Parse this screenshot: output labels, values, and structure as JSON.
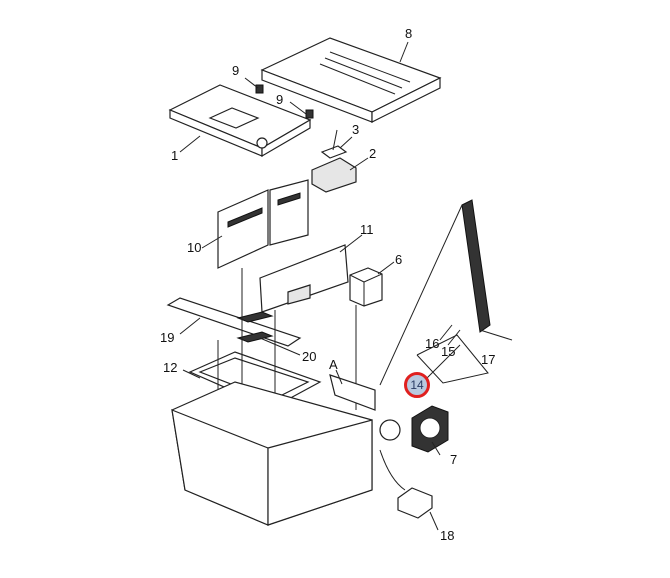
{
  "diagram": {
    "labels": [
      "1",
      "2",
      "3",
      "6",
      "7",
      "8",
      "9",
      "9",
      "10",
      "11",
      "12",
      "15",
      "16",
      "17",
      "18",
      "19",
      "20",
      "A"
    ],
    "highlighted_part": "14",
    "highlight_color": "#e0201f"
  }
}
